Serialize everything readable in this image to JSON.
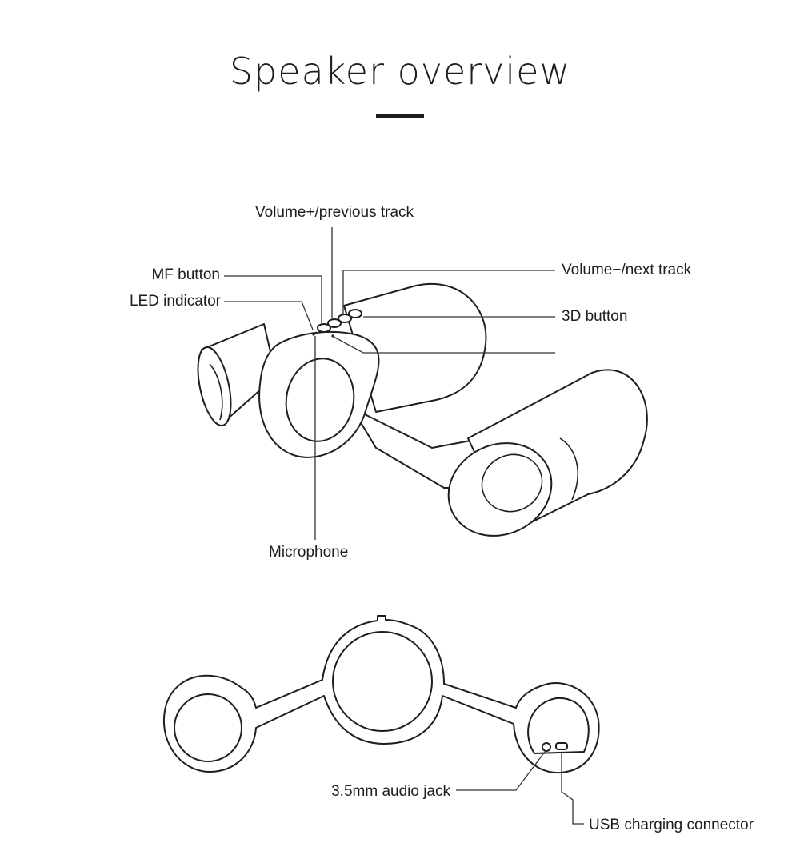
{
  "title": "Speaker overview",
  "labels": {
    "volume_plus": "Volume+/previous track",
    "mf_button": "MF button",
    "led_indicator": "LED indicator",
    "volume_minus": "Volume−/next track",
    "button_3d": "3D button",
    "microphone": "Microphone",
    "audio_jack": "3.5mm audio jack",
    "usb_connector": "USB charging connector"
  }
}
